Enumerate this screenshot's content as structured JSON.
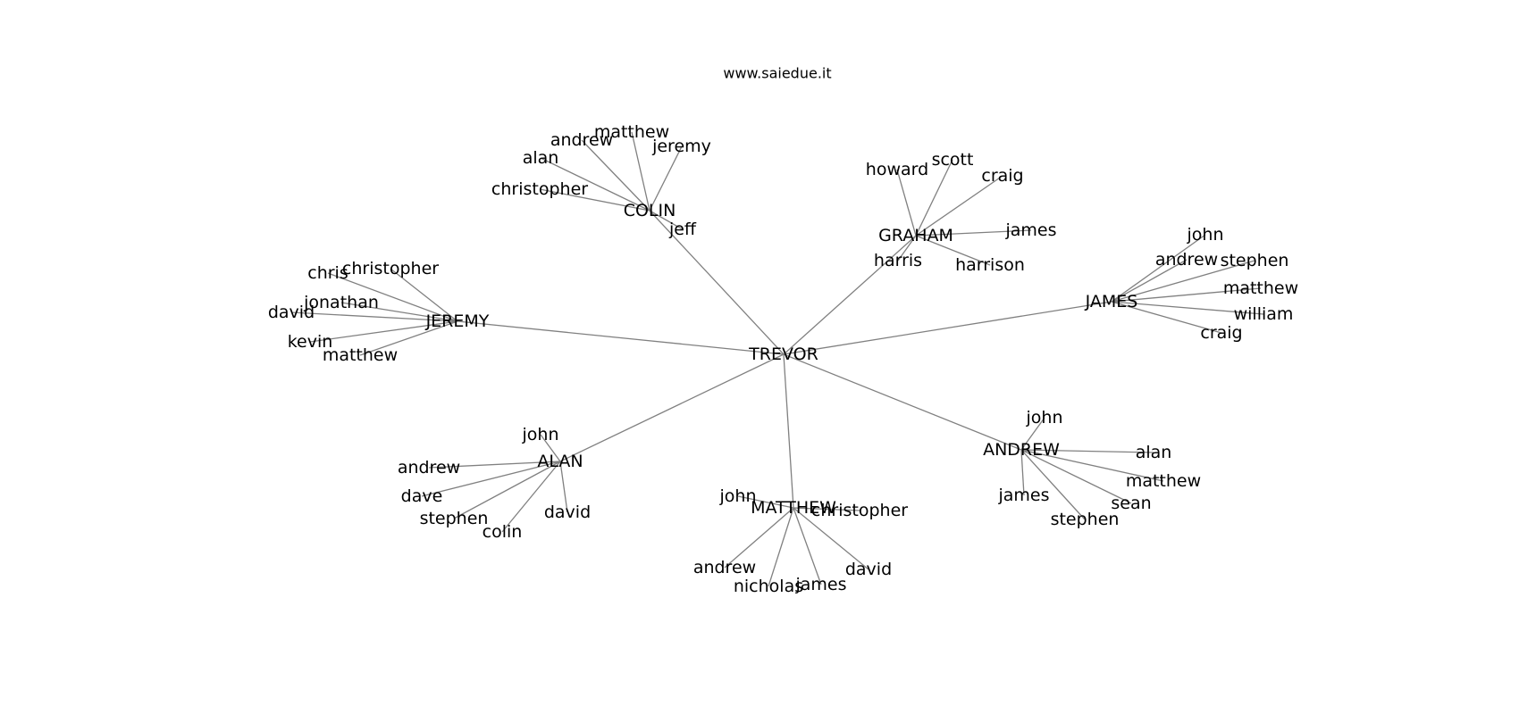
{
  "title": "www.saiedue.it",
  "root": "TREVOR",
  "groups": [
    {
      "name": "COLIN",
      "children": [
        "matthew",
        "andrew",
        "jeremy",
        "alan",
        "christopher",
        "jeff"
      ]
    },
    {
      "name": "GRAHAM",
      "children": [
        "howard",
        "scott",
        "craig",
        "james",
        "harris",
        "harrison"
      ]
    },
    {
      "name": "JAMES",
      "children": [
        "john",
        "andrew",
        "stephen",
        "matthew",
        "william",
        "craig"
      ]
    },
    {
      "name": "JEREMY",
      "children": [
        "chris",
        "christopher",
        "jonathan",
        "david",
        "kevin",
        "matthew"
      ]
    },
    {
      "name": "ALAN",
      "children": [
        "john",
        "andrew",
        "dave",
        "stephen",
        "colin",
        "david"
      ]
    },
    {
      "name": "MATTHEW",
      "children": [
        "john",
        "christopher",
        "andrew",
        "nicholas",
        "james",
        "david"
      ]
    },
    {
      "name": "ANDREW",
      "children": [
        "john",
        "alan",
        "matthew",
        "sean",
        "james",
        "stephen"
      ]
    }
  ]
}
